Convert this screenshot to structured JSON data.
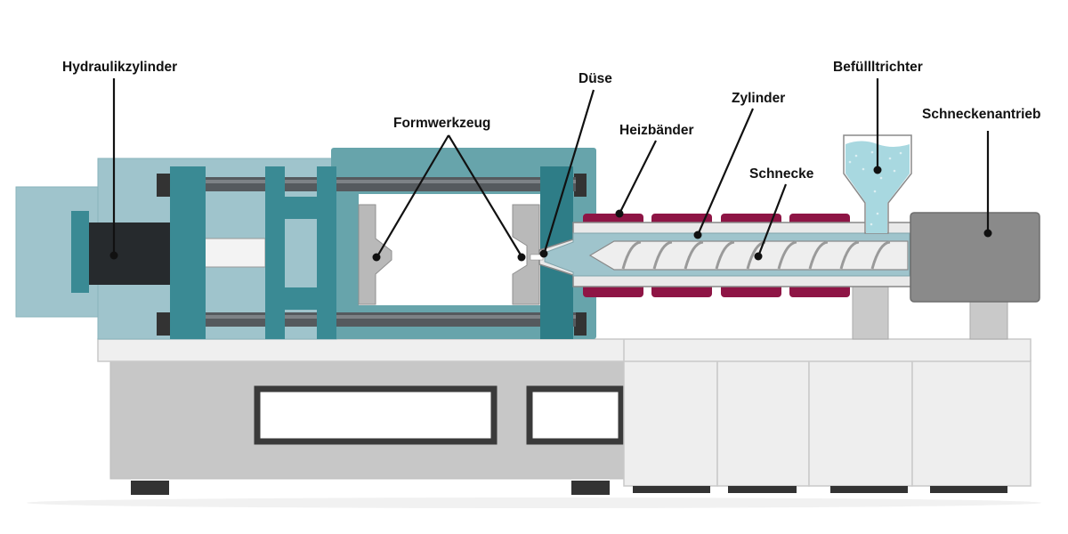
{
  "diagram": {
    "labels": {
      "hydraulikzylinder": "Hydraulikzylinder",
      "formwerkzeug": "Formwerkzeug",
      "duese": "Düse",
      "heizbaender": "Heizbänder",
      "zylinder": "Zylinder",
      "schnecke": "Schnecke",
      "befuelltrichter": "Befüllltrichter",
      "schneckenantrieb": "Schneckenantrieb"
    },
    "colors": {
      "light_teal": "#9fc4cc",
      "teal": "#3a8a94",
      "dark_teal": "#2e7d87",
      "medium_teal": "#67a4ab",
      "rod": "#555a5e",
      "black_cylinder": "#262a2d",
      "heater_band": "#8e1545",
      "mold_gray": "#b9b9b9",
      "motor_gray": "#8a8a8a",
      "base_gray": "#c7c7c7",
      "cabinet": "#eeeeee",
      "granulate": "#a8d8e0",
      "outline": "#333333"
    }
  }
}
